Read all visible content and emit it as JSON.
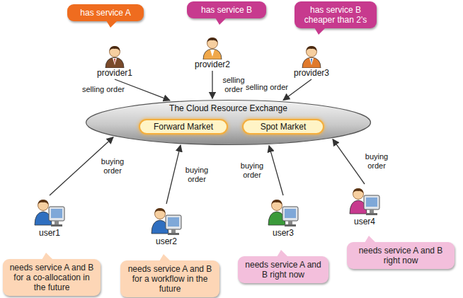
{
  "diagram": {
    "nodes": [
      {
        "text": [
          "has service A"
        ]
      },
      {
        "text": [
          "has service B"
        ]
      },
      {
        "text": [
          "has service B cheaper than 2's"
        ]
      },
      {
        "text": [
          "provider1"
        ]
      },
      {
        "text": [
          "provider2"
        ]
      },
      {
        "text": [
          "provider3"
        ]
      },
      {
        "text": [
          "The Cloud Resource Exchange"
        ]
      },
      {
        "text": [
          "Forward Market"
        ],
        "in": 6
      },
      {
        "text": [
          "Spot Market"
        ],
        "in": 6
      },
      {
        "text": [
          "user1"
        ]
      },
      {
        "text": [
          "user2"
        ]
      },
      {
        "text": [
          "user3"
        ]
      },
      {
        "text": [
          "user4"
        ]
      },
      {
        "text": [
          "needs service A and B for a co-allocation in the future"
        ]
      },
      {
        "text": [
          "needs service A and B for a workflow in the future"
        ]
      },
      {
        "text": [
          "needs service A and B right now"
        ]
      },
      {
        "text": [
          "needs service A and B right now"
        ]
      }
    ],
    "edges": [
      {
        "from": 3,
        "to": 6,
        "label": "selling order",
        "arrow": "to"
      },
      {
        "from": 4,
        "to": 6,
        "label": "selling order",
        "arrow": "to"
      },
      {
        "from": 5,
        "to": 6,
        "label": "selling order",
        "arrow": "to"
      },
      {
        "from": 9,
        "to": 6,
        "label": "buying order",
        "arrow": "to"
      },
      {
        "from": 10,
        "to": 6,
        "label": "buying order",
        "arrow": "to"
      },
      {
        "from": 11,
        "to": 6,
        "label": "buying order",
        "arrow": "to"
      },
      {
        "from": 12,
        "to": 6,
        "label": "buying order",
        "arrow": "to"
      }
    ]
  }
}
